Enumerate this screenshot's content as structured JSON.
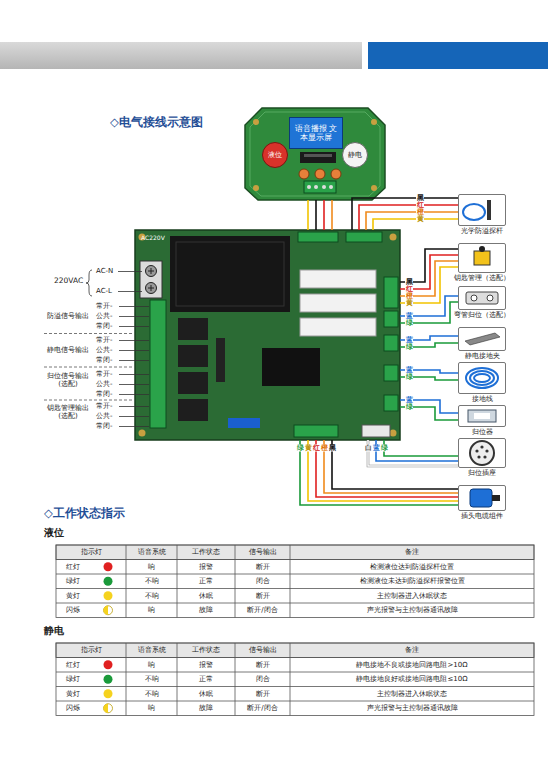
{
  "diagram": {
    "nodes": [
      {
        "text": []
      },
      {
        "text": [
          "语音播报 文本显示屏"
        ],
        "in": 0
      },
      {
        "text": [
          "液位"
        ],
        "in": 0
      },
      {
        "text": [
          "静电"
        ],
        "in": 0
      },
      {
        "text": [
          "AC220V"
        ]
      },
      {
        "text": [
          "光学防溢探杆"
        ]
      },
      {
        "text": [
          "钥匙管理（选配）"
        ]
      },
      {
        "text": [
          "弯管归位（选配）"
        ]
      },
      {
        "text": [
          "静电接地夹"
        ]
      },
      {
        "text": [
          "接地线"
        ]
      },
      {
        "text": [
          "归位器"
        ]
      },
      {
        "text": [
          "归位插座"
        ]
      },
      {
        "text": [
          "插头电缆组件"
        ]
      }
    ],
    "edges": [
      {
        "from": 0,
        "to": 4,
        "arrow": "none"
      },
      {
        "from": 4,
        "to": 5,
        "arrow": "none"
      },
      {
        "from": 4,
        "to": 6,
        "arrow": "none"
      },
      {
        "from": 4,
        "to": 7,
        "arrow": "none"
      },
      {
        "from": 4,
        "to": 8,
        "arrow": "none"
      },
      {
        "from": 4,
        "to": 9,
        "arrow": "none"
      },
      {
        "from": 4,
        "to": 10,
        "arrow": "none"
      },
      {
        "from": 4,
        "to": 11,
        "arrow": "none"
      },
      {
        "from": 4,
        "to": 12,
        "arrow": "none"
      }
    ],
    "labels": [
      "◇电气接线示意图",
      "220VAC",
      "AC-N",
      "AC-L",
      "常开-",
      "公共-",
      "常闭-",
      "防溢信号输出",
      "常开-",
      "公共-",
      "常闭-",
      "静电信号输出",
      "常开-",
      "公共-",
      "常闭-",
      "归位信号输出 (选配)",
      "常开-",
      "公共-",
      "常闭-",
      "钥匙管理输出 (选配)",
      "黑",
      "红",
      "橙",
      "黄",
      "黑",
      "红",
      "橙",
      "黄",
      "蓝",
      "绿",
      "蓝",
      "绿",
      "蓝",
      "绿",
      "蓝",
      "绿",
      "绿",
      "黄",
      "红",
      "橙",
      "黑",
      "白",
      "蓝",
      "绿",
      "◇工作状态指示",
      "液位",
      "指示灯",
      "语音系统",
      "工作状态",
      "信号输出",
      "备注",
      "红灯",
      "响",
      "报警",
      "断开",
      "检测液位达到防溢探杆位置",
      "绿灯",
      "不响",
      "正常",
      "闭合",
      "检测液位未达到防溢探杆报警位置",
      "黄灯",
      "不响",
      "休眠",
      "断开",
      "主控制器进入休眠状态",
      "闪烁",
      "响",
      "故障",
      "断开/闭合",
      "声光报警与主控制器通讯故障",
      "静电",
      "指示灯",
      "语音系统",
      "工作状态",
      "信号输出",
      "备注",
      "红灯",
      "响",
      "报警",
      "断开",
      "静电接地不良或接地回路电阻>10Ω",
      "绿灯",
      "不响",
      "正常",
      "闭合",
      "静电接地良好或接地回路电阻≤10Ω",
      "黄灯",
      "不响",
      "休眠",
      "断开",
      "主控制器进入休眠状态",
      "闪烁",
      "响",
      "故障",
      "断开/闭合",
      "声光报警与主控制器通讯故障"
    ]
  }
}
